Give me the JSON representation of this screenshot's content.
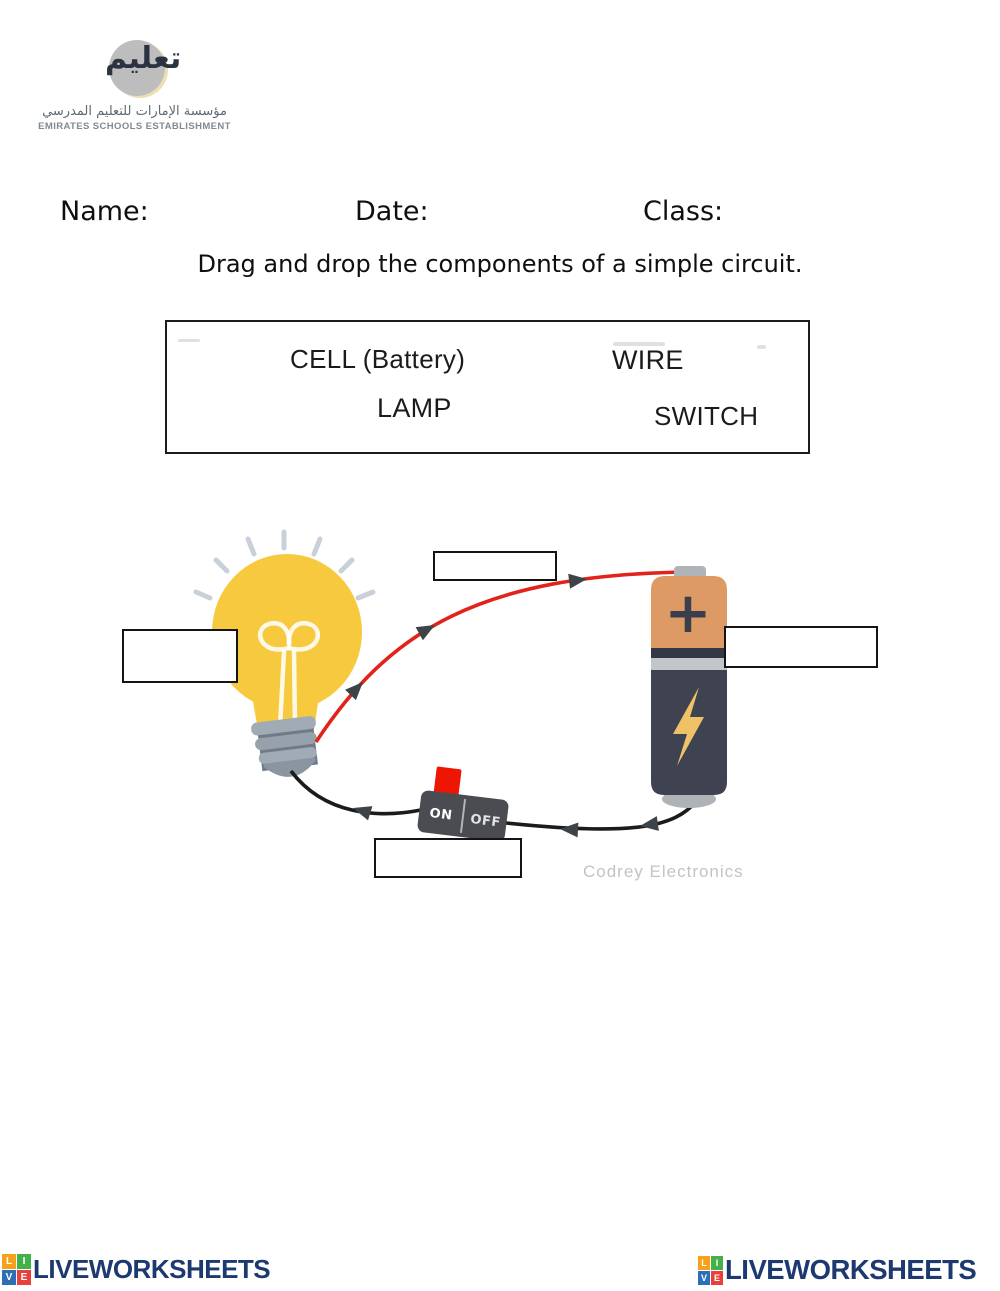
{
  "header": {
    "logo": {
      "calligraphy": "تعليم",
      "arabic_name": "مؤسسة الإمارات للتعليم المدرسي",
      "english_name": "EMIRATES SCHOOLS ESTABLISHMENT"
    },
    "name_label": "Name:",
    "date_label": "Date:",
    "class_label": "Class:"
  },
  "instruction": "Drag and drop the components of a simple circuit.",
  "word_bank": {
    "items": [
      {
        "label": "CELL (Battery)"
      },
      {
        "label": "WIRE"
      },
      {
        "label": "LAMP"
      },
      {
        "label": "SWITCH"
      }
    ]
  },
  "diagram": {
    "battery_plus": "+",
    "switch_on": "ON",
    "switch_off": "OFF",
    "watermark": "Codrey Electronics",
    "drop_zones": [
      "lamp-zone",
      "wire-zone",
      "cell-zone",
      "switch-zone"
    ]
  },
  "footer": {
    "brand": "LIVEWORKSHEETS",
    "tiles": [
      {
        "ch": "L",
        "bg": "#F7A11B"
      },
      {
        "ch": "I",
        "bg": "#43B04A"
      },
      {
        "ch": "V",
        "bg": "#2D6FB7"
      },
      {
        "ch": "E",
        "bg": "#E8403C"
      }
    ]
  },
  "colors": {
    "bulb_yellow": "#F6C93E",
    "battery_orange": "#DD9A64",
    "battery_dark": "#3E4251",
    "battery_bolt": "#EFC268",
    "switch_gray": "#4A4C52",
    "switch_button_red": "#EE1502",
    "wire_red": "#E2231A",
    "wire_black": "#1B1B1B",
    "brand_navy": "#1D3A70",
    "watermark_gray": "#C3C3C3"
  }
}
